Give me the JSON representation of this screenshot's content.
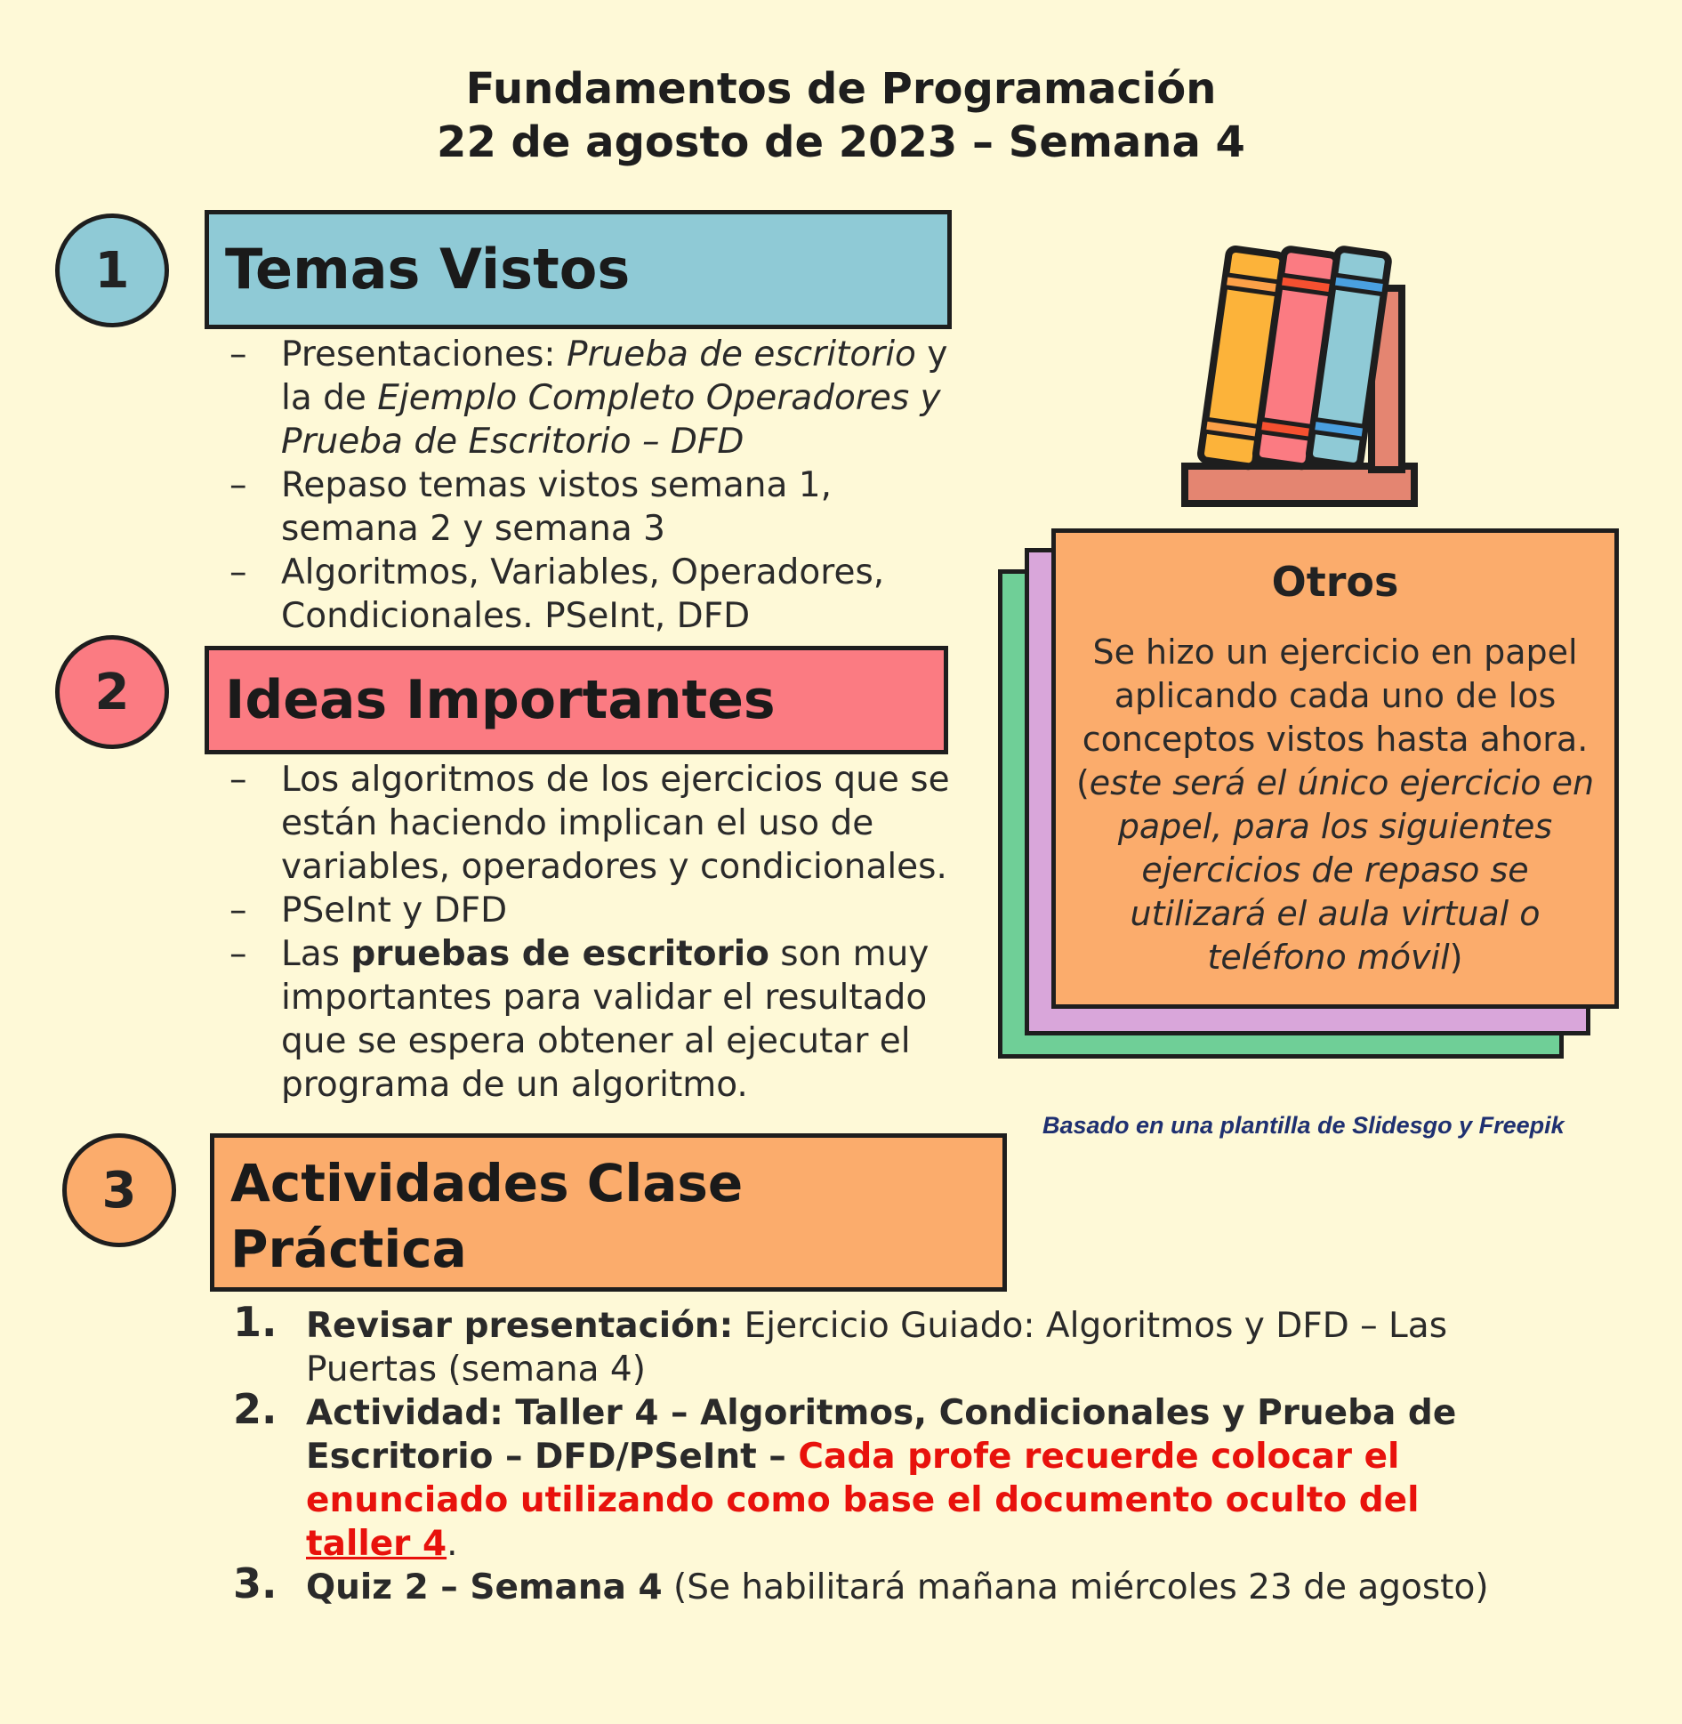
{
  "header": {
    "line1": "Fundamentos de Programación",
    "line2": "22 de agosto de 2023 – Semana 4"
  },
  "colors": {
    "background": "#fef9d7",
    "section1": "#8fcad6",
    "section2": "#fb7b82",
    "section3": "#fbac6c",
    "otros_card": "#fbac6c",
    "otros_back1": "#d9a6da",
    "otros_back2": "#6fcf97",
    "highlight_red": "#e8120c",
    "credit": "#1f3070"
  },
  "section1": {
    "number": "1",
    "title": "Temas Vistos",
    "items": [
      {
        "prefix": "Presentaciones: ",
        "italic1": "Prueba de escritorio",
        "mid": " y la de ",
        "italic2": "Ejemplo Completo Operadores y Prueba de Escritorio – DFD"
      },
      {
        "text": "Repaso temas vistos semana 1, semana 2 y semana 3"
      },
      {
        "text": "Algoritmos, Variables, Operadores, Condicionales. PSeInt, DFD"
      }
    ]
  },
  "section2": {
    "number": "2",
    "title": "Ideas Importantes",
    "items": [
      {
        "text": "Los algoritmos de los ejercicios que se están haciendo implican el uso de variables, operadores y condicionales."
      },
      {
        "text": "PSeInt y DFD"
      },
      {
        "prefix": "Las ",
        "bold": "pruebas de escritorio",
        "suffix": " son muy importantes para validar el resultado que se espera obtener al ejecutar el programa de un algoritmo."
      }
    ]
  },
  "section3": {
    "number": "3",
    "title_line1": "Actividades Clase",
    "title_line2": "Práctica",
    "items": [
      {
        "num": "1.",
        "bold": "Revisar presentación:",
        "text": " Ejercicio Guiado: Algoritmos y DFD – Las Puertas (semana 4)"
      },
      {
        "num": "2.",
        "bold": "Actividad: Taller 4 –  Algoritmos, Condicionales y Prueba de Escritorio –  DFD/PSeInt – ",
        "red": "Cada profe recuerde colocar el enunciado utilizando como base el documento oculto del ",
        "red_link": "taller 4",
        "end": "."
      },
      {
        "num": "3.",
        "bold": "Quiz 2 – Semana 4",
        "text": " (Se habilitará mañana miércoles  23 de agosto)"
      }
    ]
  },
  "otros": {
    "title": "Otros",
    "body": "Se hizo un ejercicio en papel aplicando cada uno de los conceptos vistos hasta ahora.",
    "italic_open": "(",
    "italic_text": "este será el único ejercicio en papel, para los siguientes ejercicios de repaso se utilizará el aula virtual o teléfono móvil",
    "italic_close": ")"
  },
  "credit": "Basado en una plantilla de Slidesgo y Freepik",
  "icons": {
    "bookshelf": "books-icon"
  }
}
